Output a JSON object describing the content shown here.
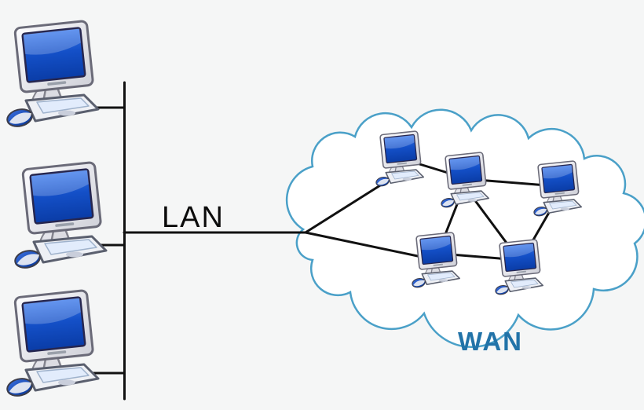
{
  "page": {
    "background_color": "#f5f6f6"
  },
  "diagram": {
    "type": "lan-wan-network-topology",
    "link_color": "#111111",
    "screen_color": "#1450c8",
    "lan": {
      "label": "LAN",
      "label_color": "#000000",
      "topology": "vertical-bus",
      "computers": [
        {
          "id": "lan-pc-1",
          "icon": "desktop-computer-icon"
        },
        {
          "id": "lan-pc-2",
          "icon": "desktop-computer-icon"
        },
        {
          "id": "lan-pc-3",
          "icon": "desktop-computer-icon"
        }
      ],
      "connections": [
        "lan-pc-1 to bus",
        "lan-pc-2 to bus",
        "lan-pc-3 to bus",
        "bus to wan-cloud"
      ]
    },
    "wan": {
      "label": "WAN",
      "label_color": "#2273a8",
      "cloud": {
        "stroke_color": "#4aa0c8",
        "fill_color": "#ffffff"
      },
      "computers": [
        {
          "id": "wan-pc-1",
          "icon": "desktop-computer-icon"
        },
        {
          "id": "wan-pc-2",
          "icon": "desktop-computer-icon"
        },
        {
          "id": "wan-pc-3",
          "icon": "desktop-computer-icon"
        },
        {
          "id": "wan-pc-4",
          "icon": "desktop-computer-icon"
        },
        {
          "id": "wan-pc-5",
          "icon": "desktop-computer-icon"
        }
      ],
      "connections": [
        "lan-entry to wan-pc-1",
        "lan-entry to wan-pc-4",
        "wan-pc-1 to wan-pc-2",
        "wan-pc-2 to wan-pc-3",
        "wan-pc-2 to wan-pc-4",
        "wan-pc-2 to wan-pc-5",
        "wan-pc-3 to wan-pc-5",
        "wan-pc-4 to wan-pc-5"
      ]
    }
  }
}
